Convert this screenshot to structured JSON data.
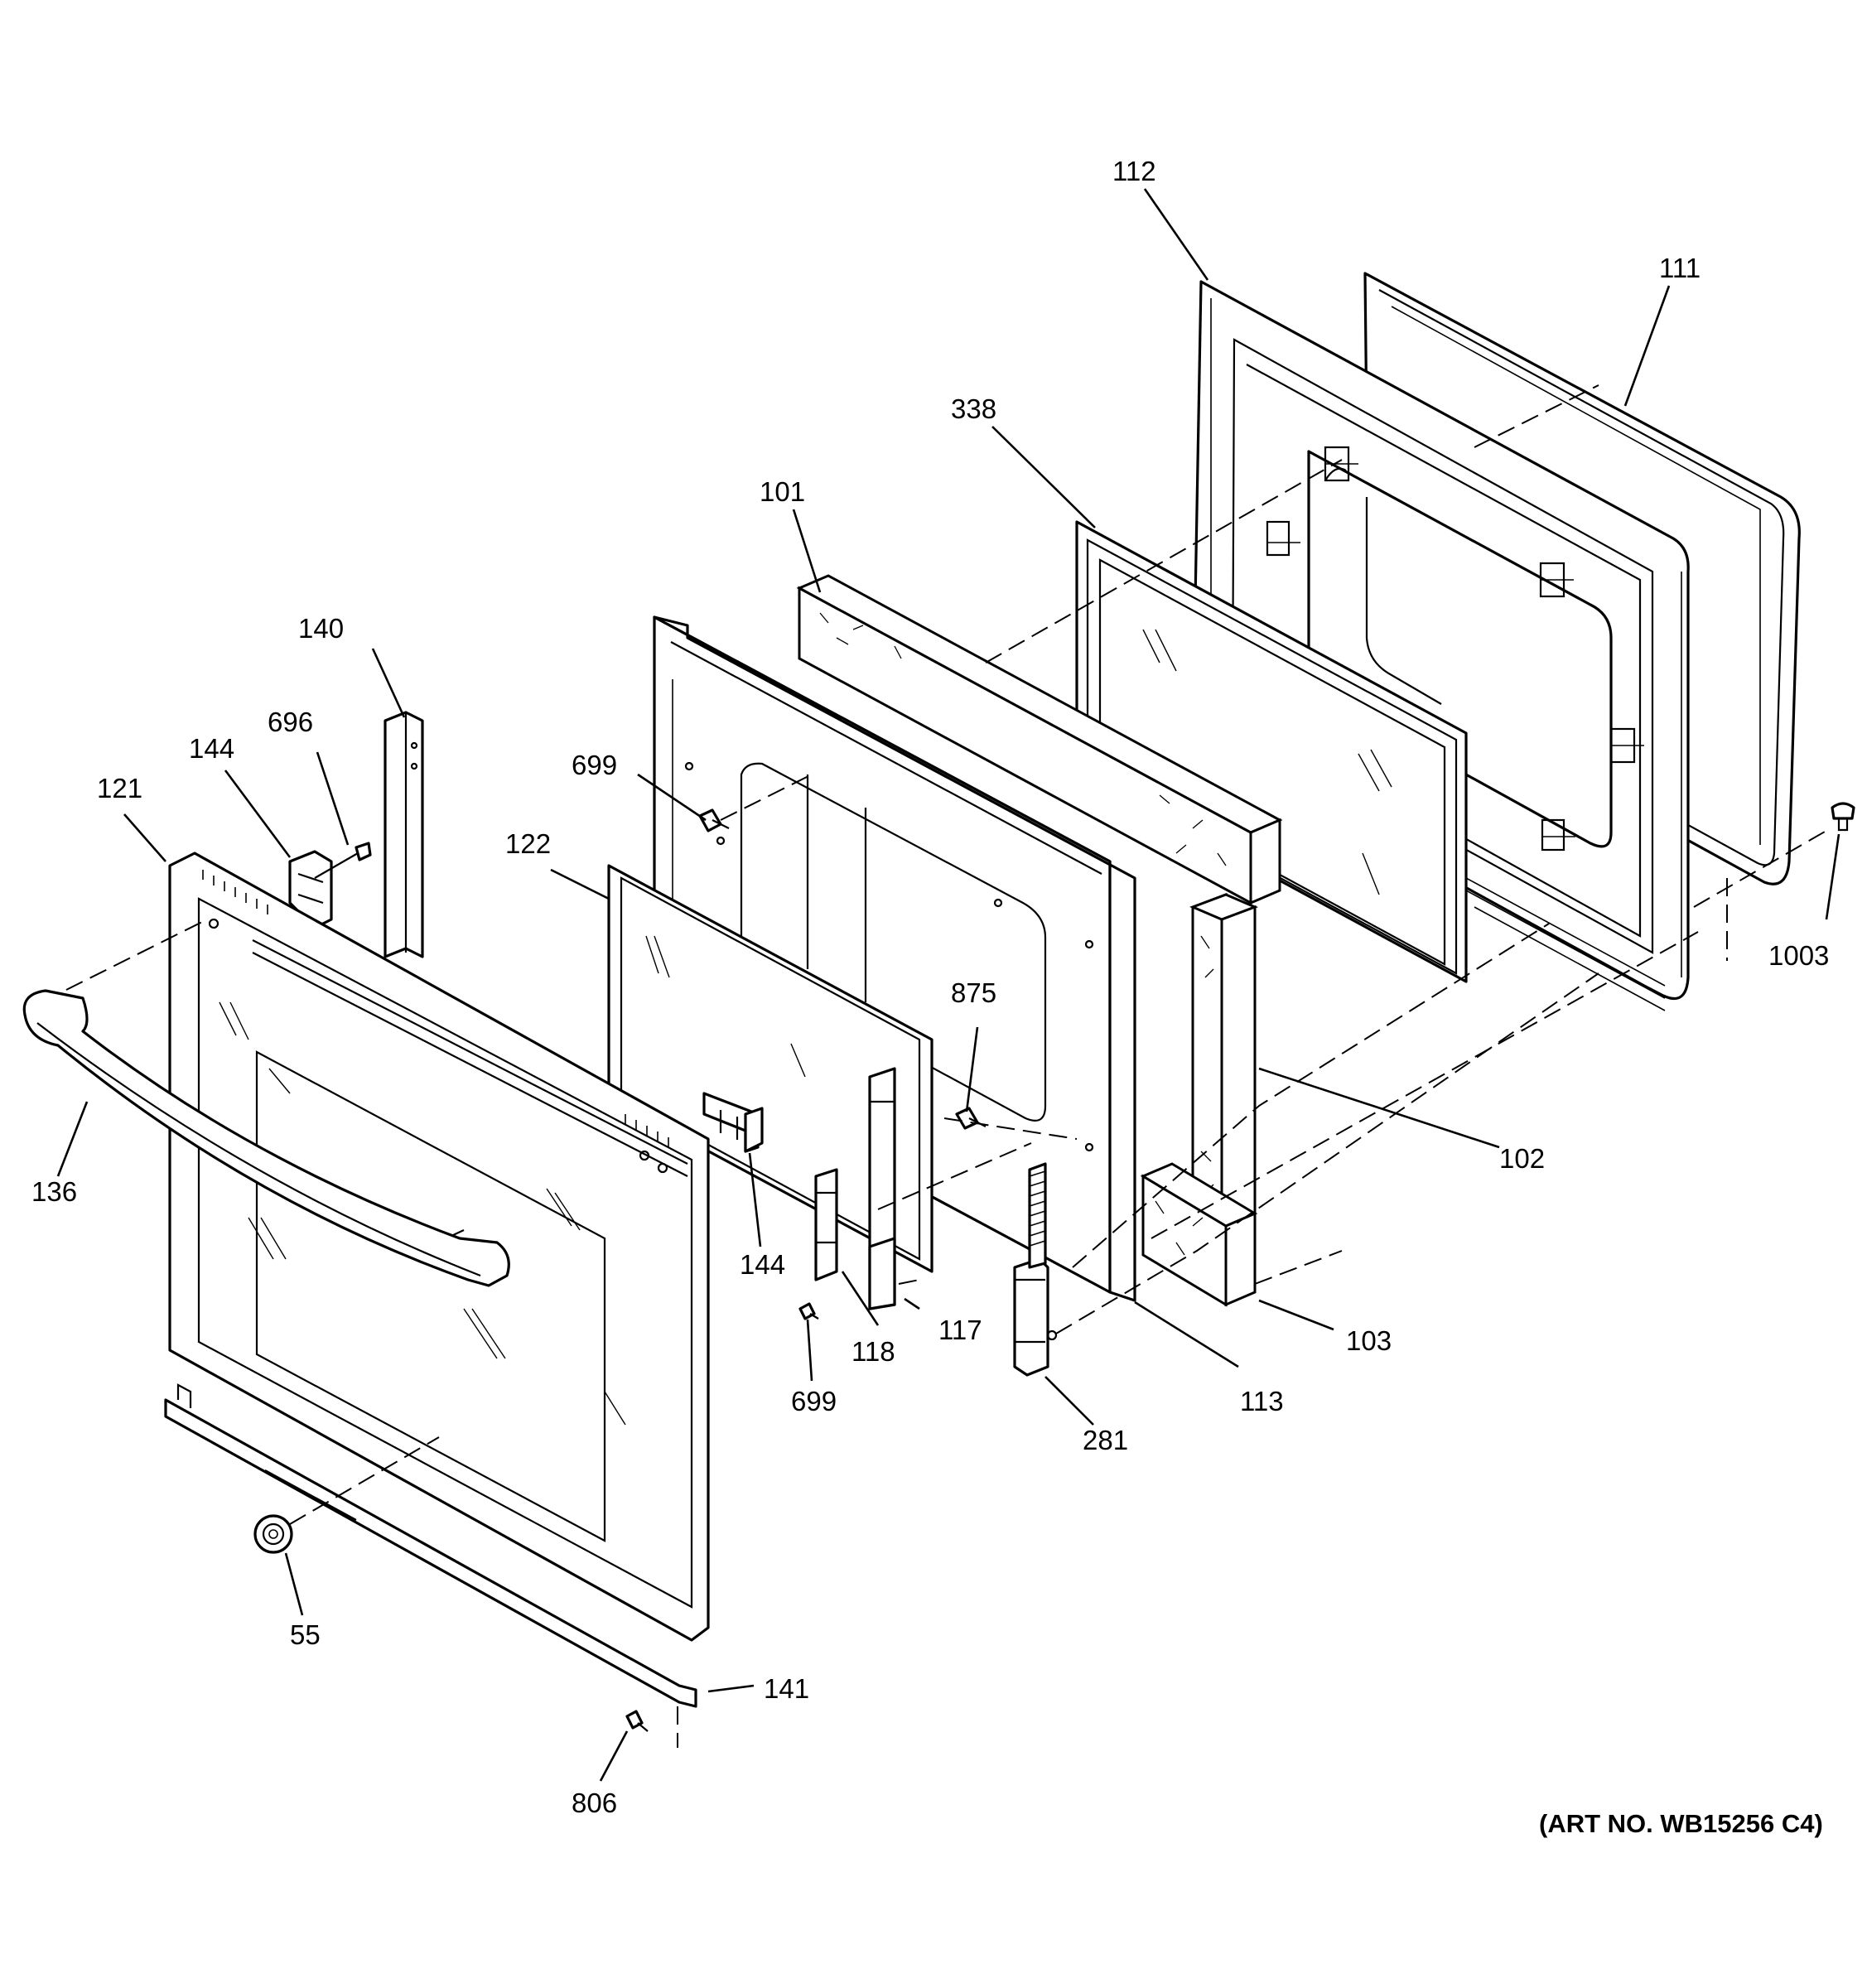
{
  "diagram": {
    "art_number": "(ART NO. WB15256 C4)",
    "callouts": {
      "p112": "112",
      "p111": "111",
      "p338": "338",
      "p101": "101",
      "p140": "140",
      "p696": "696",
      "p144_top": "144",
      "p121": "121",
      "p699_top": "699",
      "p122": "122",
      "p875": "875",
      "p1003": "1003",
      "p102": "102",
      "p136": "136",
      "p144_mid": "144",
      "p118": "118",
      "p117": "117",
      "p103": "103",
      "p699_bot": "699",
      "p113": "113",
      "p281": "281",
      "p55": "55",
      "p141": "141",
      "p806": "806"
    }
  }
}
